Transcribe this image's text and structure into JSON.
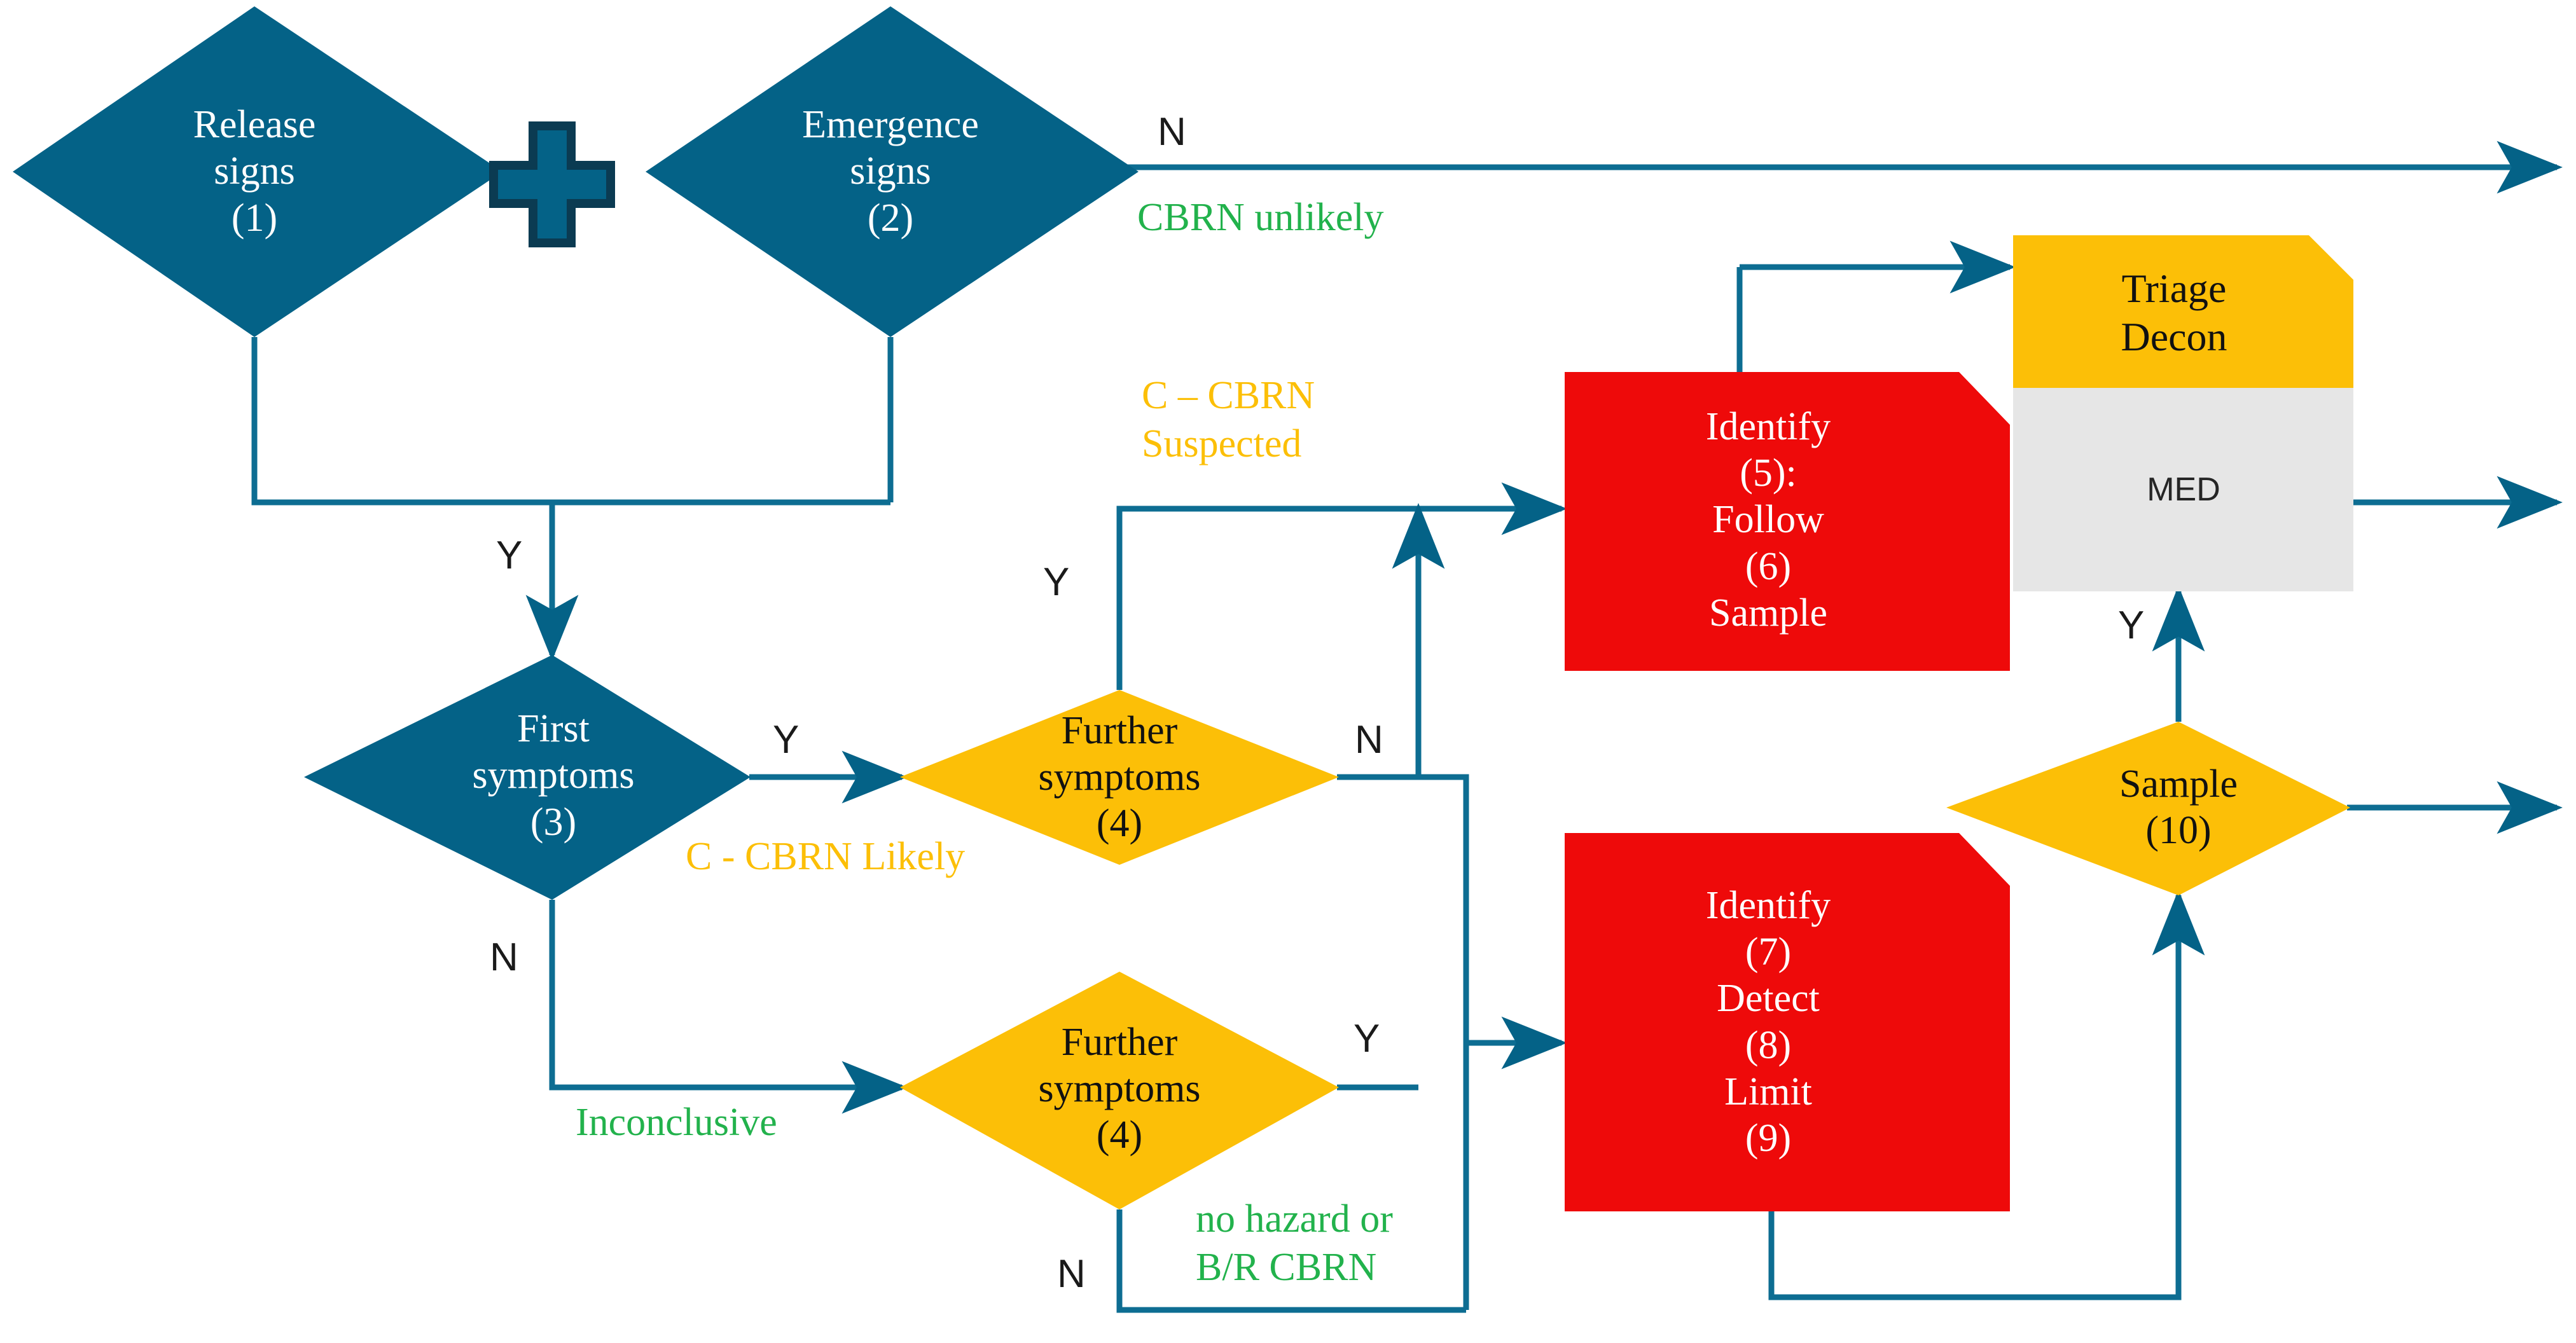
{
  "diagram": {
    "title": "CBRN detection and response decision flowchart",
    "colors": {
      "teal": "#046287",
      "teal_dark": "#0b3b52",
      "amber": "#fcbf07",
      "red": "#ee0a0a",
      "grey": "#e6e6e6",
      "green": "#22b24c",
      "white": "#ffffff",
      "black": "#1a1a1a"
    },
    "nodes": [
      {
        "id": "release-signs",
        "shape": "diamond",
        "fill": "teal",
        "text": [
          "Release",
          "signs",
          "(1)"
        ]
      },
      {
        "id": "emergence-signs",
        "shape": "diamond",
        "fill": "teal",
        "text": [
          "Emergence",
          "signs",
          "(2)"
        ]
      },
      {
        "id": "first-symptoms",
        "shape": "diamond",
        "fill": "teal",
        "text": [
          "First",
          "symptoms",
          "(3)"
        ]
      },
      {
        "id": "further-symptoms-upper",
        "shape": "diamond",
        "fill": "amber",
        "text": [
          "Further",
          "symptoms",
          "(4)"
        ]
      },
      {
        "id": "further-symptoms-lower",
        "shape": "diamond",
        "fill": "amber",
        "text": [
          "Further",
          "symptoms",
          "(4)"
        ]
      },
      {
        "id": "identify-follow-sample",
        "shape": "folded-rect",
        "fill": "red",
        "text": [
          "Identify",
          "(5):",
          "Follow",
          "(6)",
          "Sample"
        ]
      },
      {
        "id": "identify-detect-limit",
        "shape": "folded-rect",
        "fill": "red",
        "text": [
          "Identify",
          "(7)",
          "Detect",
          "(8)",
          "Limit",
          "(9)"
        ]
      },
      {
        "id": "triage-decon",
        "shape": "folded-rect",
        "fill": "amber",
        "text": [
          "Triage",
          "Decon"
        ]
      },
      {
        "id": "med",
        "shape": "rect",
        "fill": "grey",
        "text": [
          "MED"
        ]
      },
      {
        "id": "sample-10",
        "shape": "diamond",
        "fill": "amber",
        "text": [
          "Sample",
          "(10)"
        ]
      }
    ],
    "junction_icon": {
      "id": "plus-junction",
      "name": "plus-icon"
    },
    "edge_labels": [
      {
        "id": "n-emergence",
        "text": "N"
      },
      {
        "id": "y-signs-to-first",
        "text": "Y"
      },
      {
        "id": "y-first-to-further",
        "text": "Y"
      },
      {
        "id": "n-first",
        "text": "N"
      },
      {
        "id": "y-further-upper-top",
        "text": "Y"
      },
      {
        "id": "n-further-upper",
        "text": "N"
      },
      {
        "id": "y-further-lower",
        "text": "Y"
      },
      {
        "id": "n-further-lower",
        "text": "N"
      },
      {
        "id": "y-sample-to-med",
        "text": "Y"
      }
    ],
    "notes": [
      {
        "id": "cbrn-unlikely",
        "color": "green",
        "lines": [
          "CBRN unlikely"
        ]
      },
      {
        "id": "cbrn-suspected",
        "color": "amber",
        "lines": [
          "C – CBRN",
          "Suspected"
        ]
      },
      {
        "id": "cbrn-likely",
        "color": "amber",
        "lines": [
          "C - CBRN Likely"
        ]
      },
      {
        "id": "inconclusive",
        "color": "green",
        "lines": [
          "Inconclusive"
        ]
      },
      {
        "id": "no-hazard-br",
        "color": "green",
        "lines": [
          "no hazard  or",
          "B/R CBRN"
        ]
      }
    ]
  }
}
